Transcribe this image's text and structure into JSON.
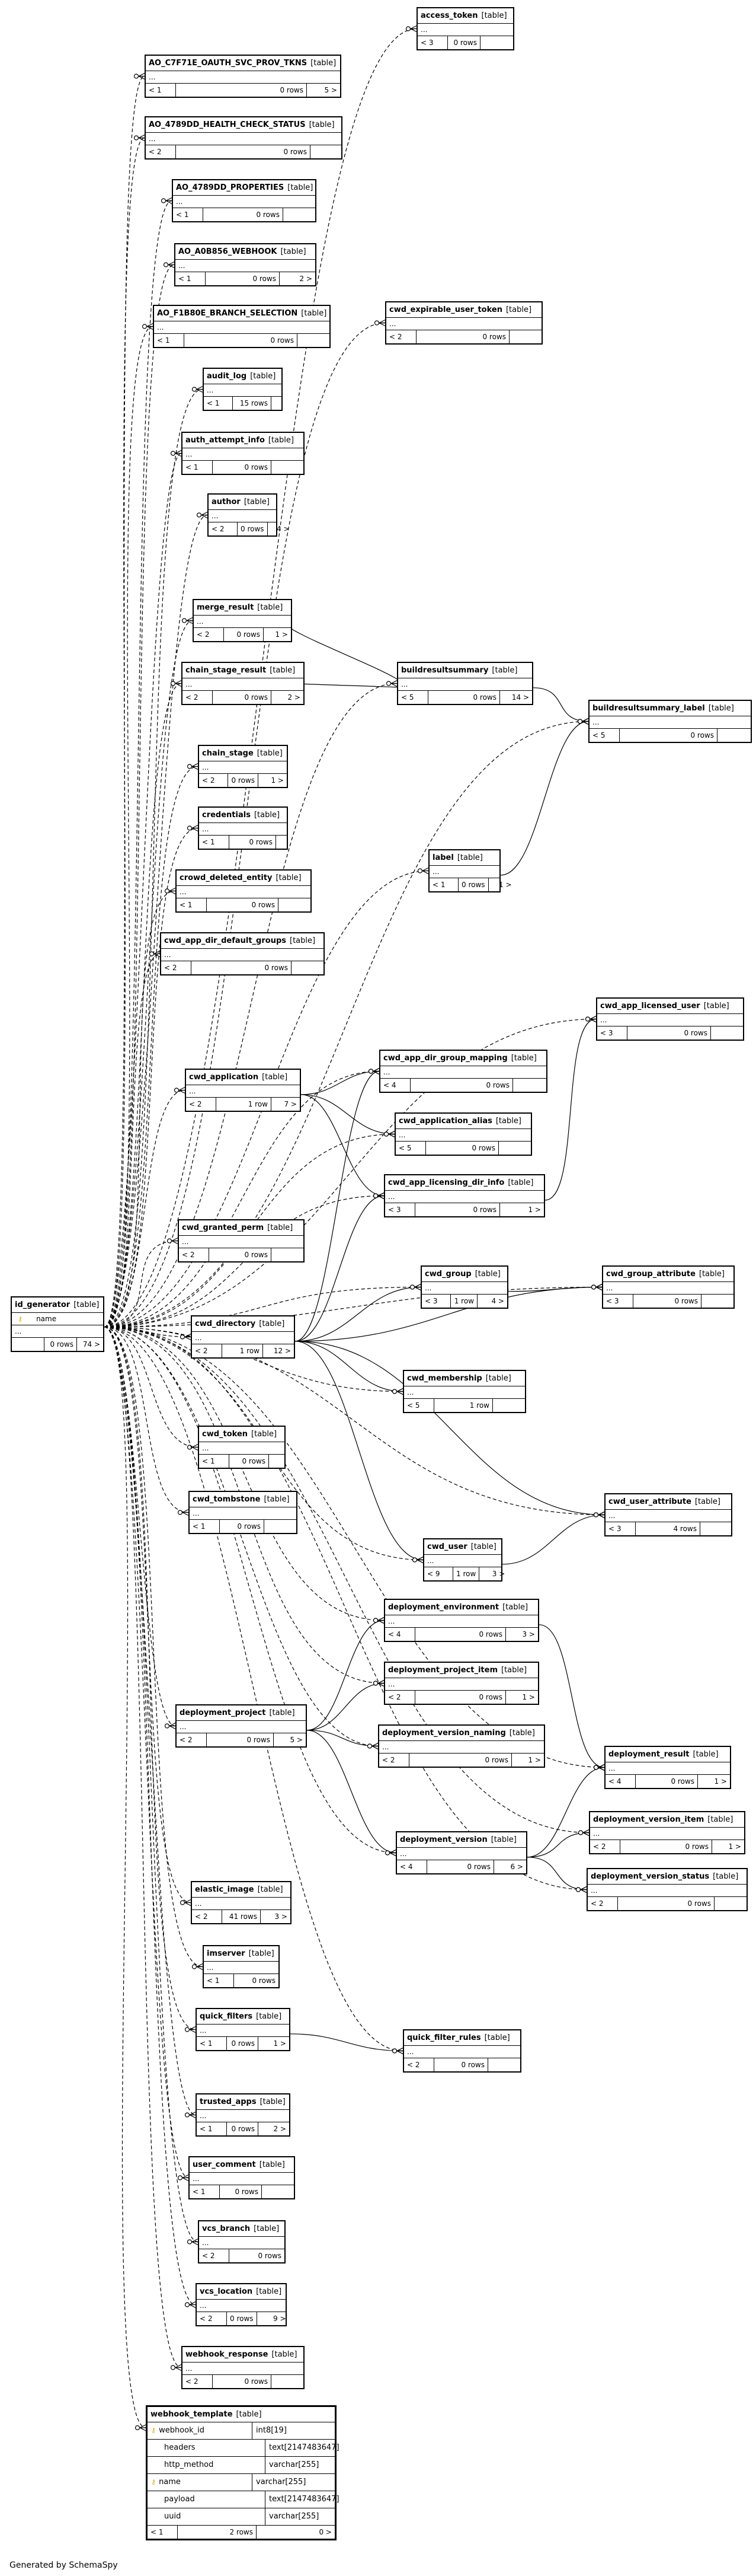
{
  "diagram": {
    "footer": "Generated by SchemaSpy",
    "table_kind": "[table]",
    "ellipsis": "...",
    "tables": [
      {
        "id": "id_generator",
        "name": "id_generator",
        "cols": [
          {
            "name": "name",
            "key": true
          }
        ],
        "rows": "0 rows",
        "left": "",
        "right": "74 >"
      },
      {
        "id": "access_token",
        "name": "access_token",
        "rows": "0 rows",
        "left": "< 3",
        "right": ""
      },
      {
        "id": "ao_c7f",
        "name": "AO_C7F71E_OAUTH_SVC_PROV_TKNS",
        "rows": "0 rows",
        "left": "< 1",
        "right": "5 >"
      },
      {
        "id": "ao_4789_hc",
        "name": "AO_4789DD_HEALTH_CHECK_STATUS",
        "rows": "0 rows",
        "left": "< 2",
        "right": ""
      },
      {
        "id": "ao_4789_prop",
        "name": "AO_4789DD_PROPERTIES",
        "rows": "0 rows",
        "left": "< 1",
        "right": ""
      },
      {
        "id": "ao_a0b",
        "name": "AO_A0B856_WEBHOOK",
        "rows": "0 rows",
        "left": "< 1",
        "right": "2 >"
      },
      {
        "id": "ao_f1b",
        "name": "AO_F1B80E_BRANCH_SELECTION",
        "rows": "0 rows",
        "left": "< 1",
        "right": ""
      },
      {
        "id": "cwd_expirable_user_token",
        "name": "cwd_expirable_user_token",
        "rows": "0 rows",
        "left": "< 2",
        "right": ""
      },
      {
        "id": "audit_log",
        "name": "audit_log",
        "rows": "15 rows",
        "left": "< 1",
        "right": ""
      },
      {
        "id": "auth_attempt_info",
        "name": "auth_attempt_info",
        "rows": "0 rows",
        "left": "< 1",
        "right": ""
      },
      {
        "id": "author",
        "name": "author",
        "rows": "0 rows",
        "left": "< 2",
        "right": "4 >"
      },
      {
        "id": "merge_result",
        "name": "merge_result",
        "rows": "0 rows",
        "left": "< 2",
        "right": "1 >"
      },
      {
        "id": "chain_stage_result",
        "name": "chain_stage_result",
        "rows": "0 rows",
        "left": "< 2",
        "right": "2 >"
      },
      {
        "id": "buildresultsummary",
        "name": "buildresultsummary",
        "rows": "0 rows",
        "left": "< 5",
        "right": "14 >"
      },
      {
        "id": "buildresultsummary_label",
        "name": "buildresultsummary_label",
        "rows": "0 rows",
        "left": "< 5",
        "right": ""
      },
      {
        "id": "chain_stage",
        "name": "chain_stage",
        "rows": "0 rows",
        "left": "< 2",
        "right": "1 >"
      },
      {
        "id": "credentials",
        "name": "credentials",
        "rows": "0 rows",
        "left": "< 1",
        "right": ""
      },
      {
        "id": "crowd_deleted_entity",
        "name": "crowd_deleted_entity",
        "rows": "0 rows",
        "left": "< 1",
        "right": ""
      },
      {
        "id": "label",
        "name": "label",
        "rows": "0 rows",
        "left": "< 1",
        "right": "1 >"
      },
      {
        "id": "cwd_app_dir_default_groups",
        "name": "cwd_app_dir_default_groups",
        "rows": "0 rows",
        "left": "< 2",
        "right": ""
      },
      {
        "id": "cwd_app_licensed_user",
        "name": "cwd_app_licensed_user",
        "rows": "0 rows",
        "left": "< 3",
        "right": ""
      },
      {
        "id": "cwd_application",
        "name": "cwd_application",
        "rows": "1 row",
        "left": "< 2",
        "right": "7 >"
      },
      {
        "id": "cwd_app_dir_group_mapping",
        "name": "cwd_app_dir_group_mapping",
        "rows": "0 rows",
        "left": "< 4",
        "right": ""
      },
      {
        "id": "cwd_application_alias",
        "name": "cwd_application_alias",
        "rows": "0 rows",
        "left": "< 5",
        "right": ""
      },
      {
        "id": "cwd_app_licensing_dir_info",
        "name": "cwd_app_licensing_dir_info",
        "rows": "0 rows",
        "left": "< 3",
        "right": "1 >"
      },
      {
        "id": "cwd_granted_perm",
        "name": "cwd_granted_perm",
        "rows": "0 rows",
        "left": "< 2",
        "right": ""
      },
      {
        "id": "cwd_group",
        "name": "cwd_group",
        "rows": "1 row",
        "left": "< 3",
        "right": "4 >"
      },
      {
        "id": "cwd_group_attribute",
        "name": "cwd_group_attribute",
        "rows": "0 rows",
        "left": "< 3",
        "right": ""
      },
      {
        "id": "cwd_directory",
        "name": "cwd_directory",
        "rows": "1 row",
        "left": "< 2",
        "right": "12 >"
      },
      {
        "id": "cwd_membership",
        "name": "cwd_membership",
        "rows": "1 row",
        "left": "< 5",
        "right": ""
      },
      {
        "id": "cwd_token",
        "name": "cwd_token",
        "rows": "0 rows",
        "left": "< 1",
        "right": ""
      },
      {
        "id": "cwd_tombstone",
        "name": "cwd_tombstone",
        "rows": "0 rows",
        "left": "< 1",
        "right": ""
      },
      {
        "id": "cwd_user_attribute",
        "name": "cwd_user_attribute",
        "rows": "4 rows",
        "left": "< 3",
        "right": ""
      },
      {
        "id": "cwd_user",
        "name": "cwd_user",
        "rows": "1 row",
        "left": "< 9",
        "right": "3 >"
      },
      {
        "id": "deployment_environment",
        "name": "deployment_environment",
        "rows": "0 rows",
        "left": "< 4",
        "right": "3 >"
      },
      {
        "id": "deployment_project_item",
        "name": "deployment_project_item",
        "rows": "0 rows",
        "left": "< 2",
        "right": "1 >"
      },
      {
        "id": "deployment_project",
        "name": "deployment_project",
        "rows": "0 rows",
        "left": "< 2",
        "right": "5 >"
      },
      {
        "id": "deployment_version_naming",
        "name": "deployment_version_naming",
        "rows": "0 rows",
        "left": "< 2",
        "right": "1 >"
      },
      {
        "id": "deployment_result",
        "name": "deployment_result",
        "rows": "0 rows",
        "left": "< 4",
        "right": "1 >"
      },
      {
        "id": "deployment_version",
        "name": "deployment_version",
        "rows": "0 rows",
        "left": "< 4",
        "right": "6 >"
      },
      {
        "id": "deployment_version_item",
        "name": "deployment_version_item",
        "rows": "0 rows",
        "left": "< 2",
        "right": "1 >"
      },
      {
        "id": "deployment_version_status",
        "name": "deployment_version_status",
        "rows": "0 rows",
        "left": "< 2",
        "right": ""
      },
      {
        "id": "elastic_image",
        "name": "elastic_image",
        "rows": "41 rows",
        "left": "< 2",
        "right": "3 >"
      },
      {
        "id": "imserver",
        "name": "imserver",
        "rows": "0 rows",
        "left": "< 1",
        "right": ""
      },
      {
        "id": "quick_filters",
        "name": "quick_filters",
        "rows": "0 rows",
        "left": "< 1",
        "right": "1 >"
      },
      {
        "id": "quick_filter_rules",
        "name": "quick_filter_rules",
        "rows": "0 rows",
        "left": "< 2",
        "right": ""
      },
      {
        "id": "trusted_apps",
        "name": "trusted_apps",
        "rows": "0 rows",
        "left": "< 1",
        "right": "2 >"
      },
      {
        "id": "user_comment",
        "name": "user_comment",
        "rows": "0 rows",
        "left": "< 1",
        "right": ""
      },
      {
        "id": "vcs_branch",
        "name": "vcs_branch",
        "rows": "0 rows",
        "left": "< 2",
        "right": ""
      },
      {
        "id": "vcs_location",
        "name": "vcs_location",
        "rows": "0 rows",
        "left": "< 2",
        "right": "9 >"
      },
      {
        "id": "webhook_response",
        "name": "webhook_response",
        "rows": "0 rows",
        "left": "< 2",
        "right": ""
      },
      {
        "id": "webhook_template",
        "name": "webhook_template",
        "cols": [
          {
            "name": "webhook_id",
            "type": "int8[19]",
            "key": true
          },
          {
            "name": "headers",
            "type": "text[2147483647]"
          },
          {
            "name": "http_method",
            "type": "varchar[255]"
          },
          {
            "name": "name",
            "type": "varchar[255]",
            "key": true
          },
          {
            "name": "payload",
            "type": "text[2147483647]"
          },
          {
            "name": "uuid",
            "type": "varchar[255]"
          }
        ],
        "rows": "2 rows",
        "left": "< 1",
        "right": "0 >"
      }
    ],
    "edges": [
      {
        "from": "buildresultsummary",
        "to": "merge_result",
        "style": "solid"
      },
      {
        "from": "buildresultsummary",
        "to": "chain_stage_result",
        "style": "solid"
      },
      {
        "from": "buildresultsummary",
        "to": "buildresultsummary_label",
        "style": "solid"
      },
      {
        "from": "label",
        "to": "buildresultsummary_label",
        "style": "solid"
      },
      {
        "from": "cwd_application",
        "to": "cwd_app_dir_group_mapping",
        "style": "solid"
      },
      {
        "from": "cwd_application",
        "to": "cwd_application_alias",
        "style": "solid"
      },
      {
        "from": "cwd_application",
        "to": "cwd_app_licensing_dir_info",
        "style": "solid"
      },
      {
        "from": "cwd_app_licensing_dir_info",
        "to": "cwd_app_licensed_user",
        "style": "solid"
      },
      {
        "from": "cwd_directory",
        "to": "cwd_app_dir_group_mapping",
        "style": "solid"
      },
      {
        "from": "cwd_directory",
        "to": "cwd_app_licensing_dir_info",
        "style": "solid"
      },
      {
        "from": "cwd_directory",
        "to": "cwd_group",
        "style": "solid"
      },
      {
        "from": "cwd_directory",
        "to": "cwd_group_attribute",
        "style": "solid"
      },
      {
        "from": "cwd_directory",
        "to": "cwd_membership",
        "style": "solid"
      },
      {
        "from": "cwd_directory",
        "to": "cwd_user",
        "style": "solid"
      },
      {
        "from": "cwd_directory",
        "to": "cwd_user_attribute",
        "style": "solid"
      },
      {
        "from": "cwd_group",
        "to": "cwd_group_attribute",
        "style": "solid"
      },
      {
        "from": "cwd_user",
        "to": "cwd_user_attribute",
        "style": "solid"
      },
      {
        "from": "deployment_project",
        "to": "deployment_environment",
        "style": "solid"
      },
      {
        "from": "deployment_project",
        "to": "deployment_project_item",
        "style": "solid"
      },
      {
        "from": "deployment_project",
        "to": "deployment_version_naming",
        "style": "solid"
      },
      {
        "from": "deployment_project",
        "to": "deployment_version",
        "style": "solid"
      },
      {
        "from": "deployment_environment",
        "to": "deployment_result",
        "style": "solid"
      },
      {
        "from": "deployment_version",
        "to": "deployment_result",
        "style": "solid"
      },
      {
        "from": "deployment_version",
        "to": "deployment_version_item",
        "style": "solid"
      },
      {
        "from": "deployment_version",
        "to": "deployment_version_status",
        "style": "solid"
      },
      {
        "from": "quick_filters",
        "to": "quick_filter_rules",
        "style": "solid"
      },
      {
        "from": "id_generator",
        "to": "access_token",
        "style": "dashed"
      },
      {
        "from": "id_generator",
        "to": "ao_c7f",
        "style": "dashed"
      },
      {
        "from": "id_generator",
        "to": "ao_4789_hc",
        "style": "dashed"
      },
      {
        "from": "id_generator",
        "to": "ao_4789_prop",
        "style": "dashed"
      },
      {
        "from": "id_generator",
        "to": "ao_a0b",
        "style": "dashed"
      },
      {
        "from": "id_generator",
        "to": "ao_f1b",
        "style": "dashed"
      },
      {
        "from": "id_generator",
        "to": "cwd_expirable_user_token",
        "style": "dashed"
      },
      {
        "from": "id_generator",
        "to": "audit_log",
        "style": "dashed"
      },
      {
        "from": "id_generator",
        "to": "auth_attempt_info",
        "style": "dashed"
      },
      {
        "from": "id_generator",
        "to": "author",
        "style": "dashed"
      },
      {
        "from": "id_generator",
        "to": "merge_result",
        "style": "dashed"
      },
      {
        "from": "id_generator",
        "to": "chain_stage_result",
        "style": "dashed"
      },
      {
        "from": "id_generator",
        "to": "buildresultsummary",
        "style": "dashed"
      },
      {
        "from": "id_generator",
        "to": "buildresultsummary_label",
        "style": "dashed"
      },
      {
        "from": "id_generator",
        "to": "chain_stage",
        "style": "dashed"
      },
      {
        "from": "id_generator",
        "to": "credentials",
        "style": "dashed"
      },
      {
        "from": "id_generator",
        "to": "crowd_deleted_entity",
        "style": "dashed"
      },
      {
        "from": "id_generator",
        "to": "label",
        "style": "dashed"
      },
      {
        "from": "id_generator",
        "to": "cwd_app_dir_default_groups",
        "style": "dashed"
      },
      {
        "from": "id_generator",
        "to": "cwd_app_licensed_user",
        "style": "dashed"
      },
      {
        "from": "id_generator",
        "to": "cwd_application",
        "style": "dashed"
      },
      {
        "from": "id_generator",
        "to": "cwd_app_dir_group_mapping",
        "style": "dashed"
      },
      {
        "from": "id_generator",
        "to": "cwd_application_alias",
        "style": "dashed"
      },
      {
        "from": "id_generator",
        "to": "cwd_app_licensing_dir_info",
        "style": "dashed"
      },
      {
        "from": "id_generator",
        "to": "cwd_granted_perm",
        "style": "dashed"
      },
      {
        "from": "id_generator",
        "to": "cwd_group",
        "style": "dashed"
      },
      {
        "from": "id_generator",
        "to": "cwd_group_attribute",
        "style": "dashed"
      },
      {
        "from": "id_generator",
        "to": "cwd_directory",
        "style": "dashed"
      },
      {
        "from": "id_generator",
        "to": "cwd_membership",
        "style": "dashed"
      },
      {
        "from": "id_generator",
        "to": "cwd_token",
        "style": "dashed"
      },
      {
        "from": "id_generator",
        "to": "cwd_tombstone",
        "style": "dashed"
      },
      {
        "from": "id_generator",
        "to": "cwd_user_attribute",
        "style": "dashed"
      },
      {
        "from": "id_generator",
        "to": "cwd_user",
        "style": "dashed"
      },
      {
        "from": "id_generator",
        "to": "deployment_environment",
        "style": "dashed"
      },
      {
        "from": "id_generator",
        "to": "deployment_project_item",
        "style": "dashed"
      },
      {
        "from": "id_generator",
        "to": "deployment_project",
        "style": "dashed"
      },
      {
        "from": "id_generator",
        "to": "deployment_version_naming",
        "style": "dashed"
      },
      {
        "from": "id_generator",
        "to": "deployment_result",
        "style": "dashed"
      },
      {
        "from": "id_generator",
        "to": "deployment_version",
        "style": "dashed"
      },
      {
        "from": "id_generator",
        "to": "deployment_version_item",
        "style": "dashed"
      },
      {
        "from": "id_generator",
        "to": "deployment_version_status",
        "style": "dashed"
      },
      {
        "from": "id_generator",
        "to": "elastic_image",
        "style": "dashed"
      },
      {
        "from": "id_generator",
        "to": "imserver",
        "style": "dashed"
      },
      {
        "from": "id_generator",
        "to": "quick_filters",
        "style": "dashed"
      },
      {
        "from": "id_generator",
        "to": "quick_filter_rules",
        "style": "dashed"
      },
      {
        "from": "id_generator",
        "to": "trusted_apps",
        "style": "dashed"
      },
      {
        "from": "id_generator",
        "to": "user_comment",
        "style": "dashed"
      },
      {
        "from": "id_generator",
        "to": "vcs_branch",
        "style": "dashed"
      },
      {
        "from": "id_generator",
        "to": "vcs_location",
        "style": "dashed"
      },
      {
        "from": "id_generator",
        "to": "webhook_response",
        "style": "dashed"
      },
      {
        "from": "id_generator",
        "to": "webhook_template",
        "style": "dashed"
      }
    ]
  }
}
